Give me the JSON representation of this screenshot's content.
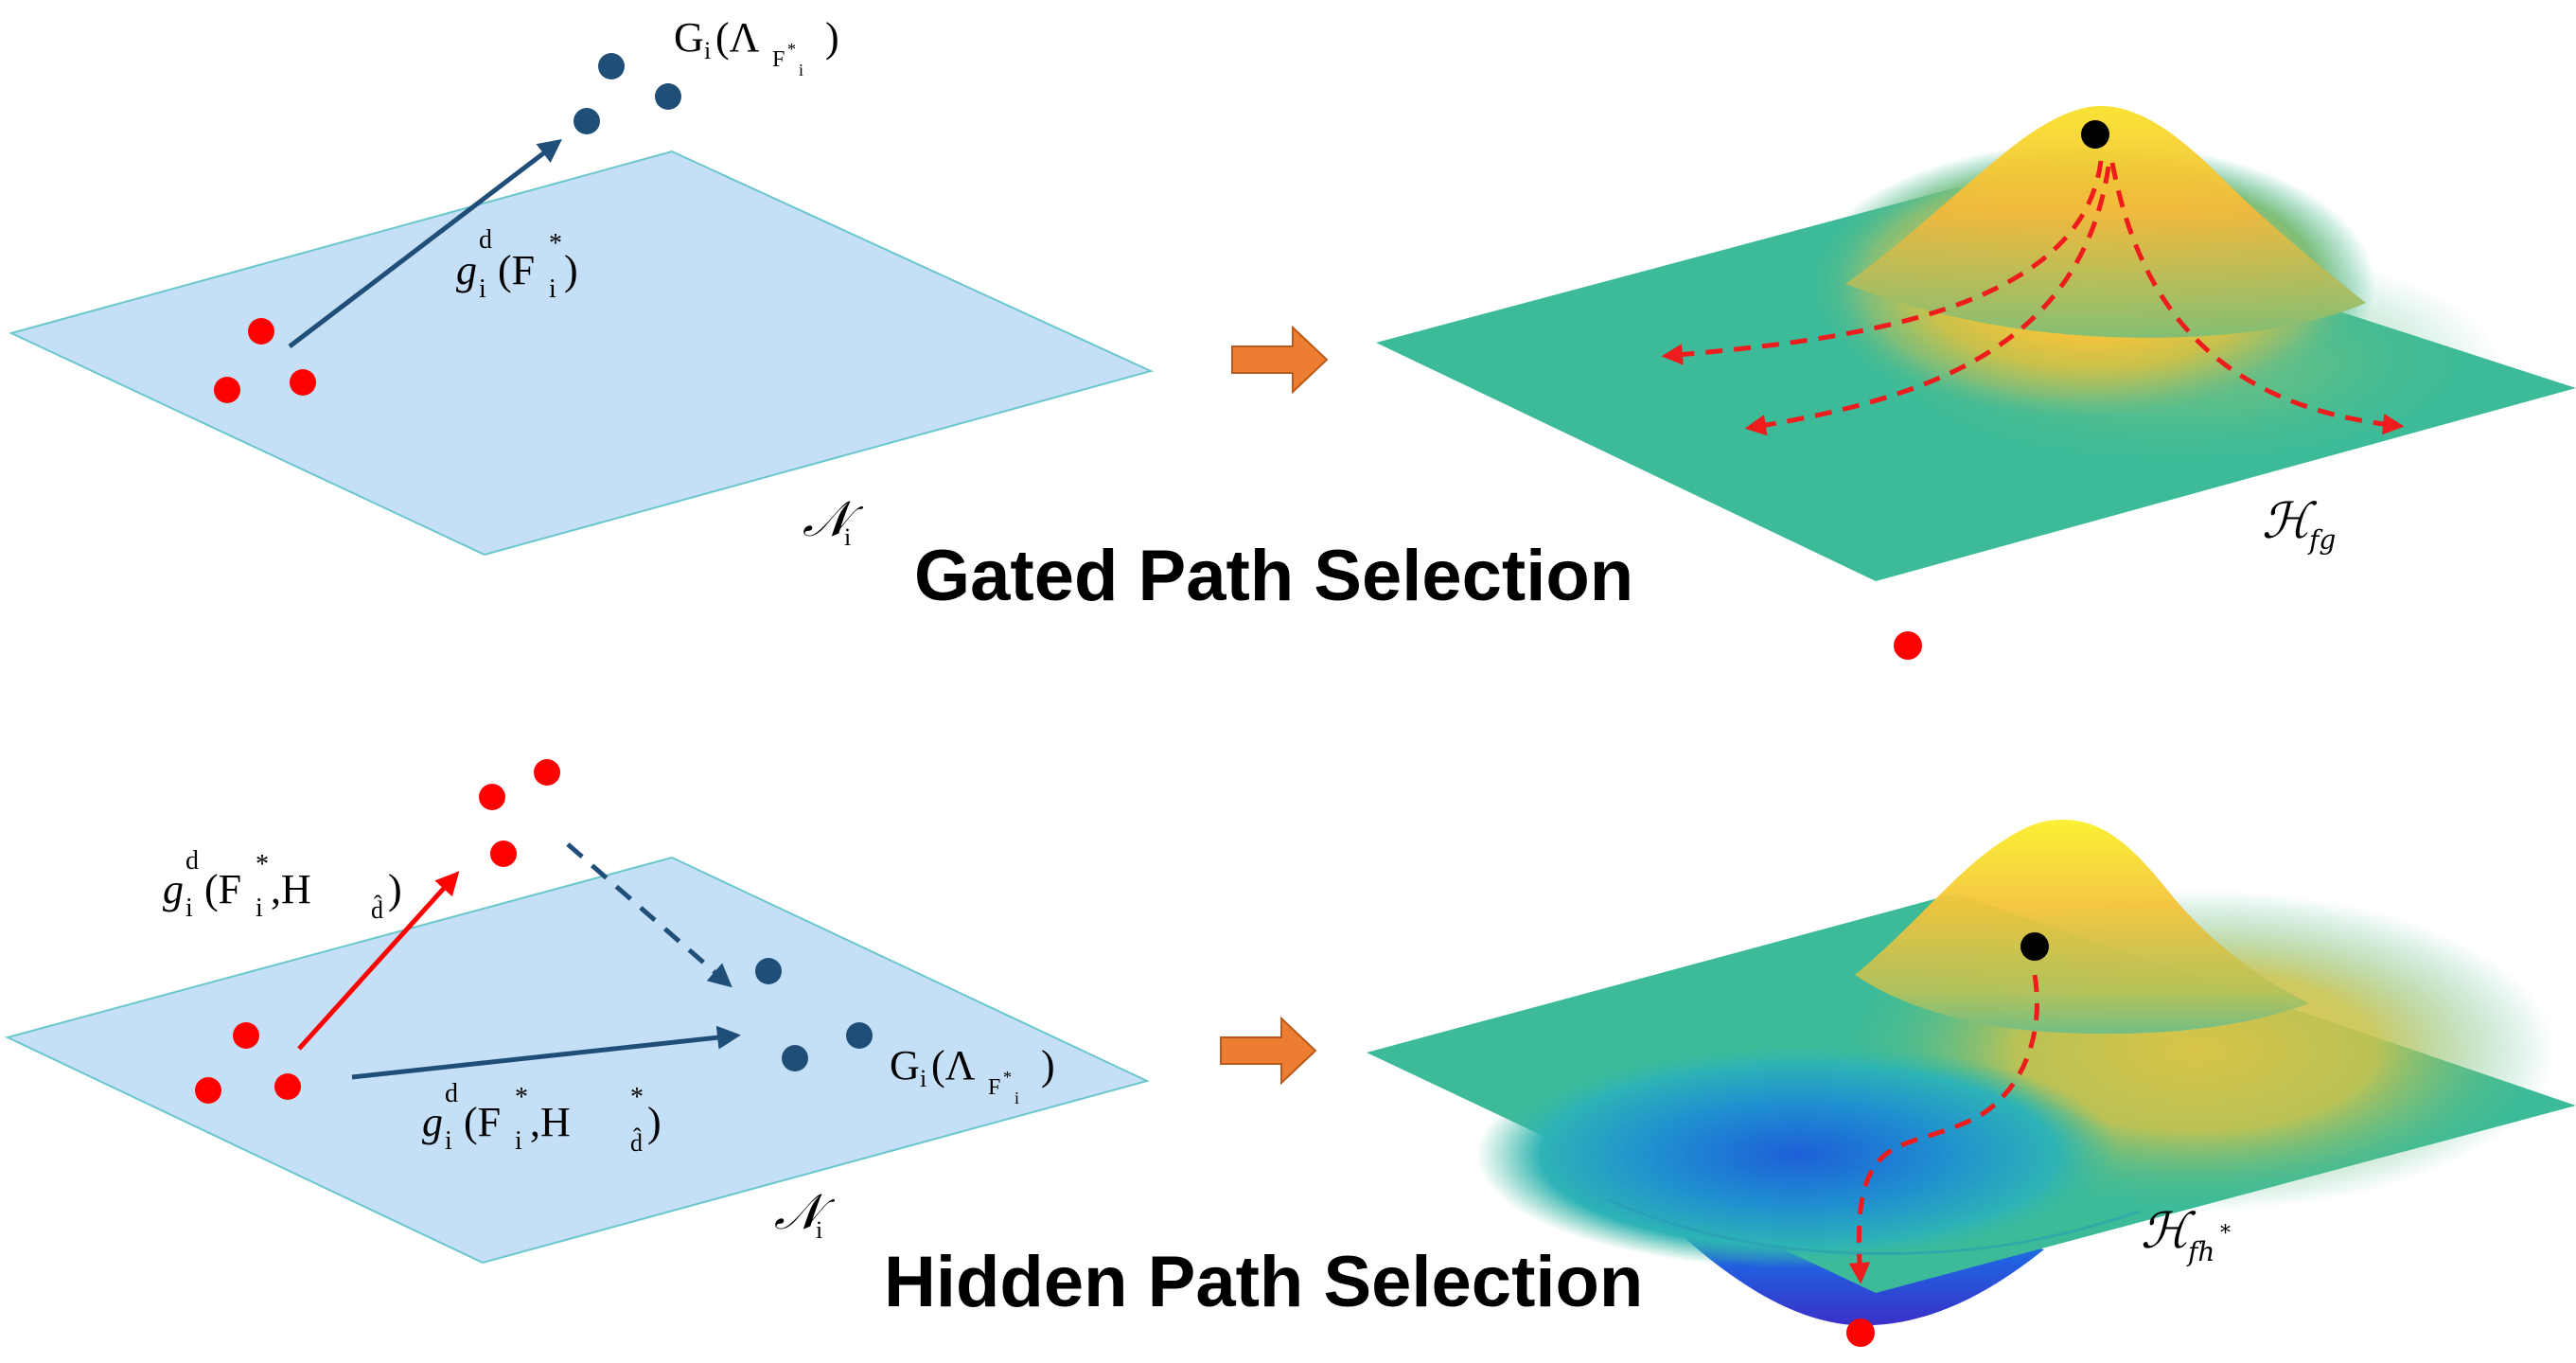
{
  "colors": {
    "plane_fill": "#c5dff7",
    "plane_stroke": "#6ac7cc",
    "arrow_navy": "#1f4e79",
    "point_red": "#ff0000",
    "point_navy": "#1f4e79",
    "transition_arrow": "#ed7d31",
    "surface_teal": "#3dbb98",
    "surface_yellow": "#f7e12a",
    "surface_blue": "#1e63d6",
    "path_red": "#ee1c1c"
  },
  "top": {
    "title": "Gated Path Selection",
    "plane_label": "𝒩",
    "plane_label_sub": "i",
    "arrow_label": {
      "fn": "g",
      "sub": "i",
      "sup": "d",
      "arg_open": "(F",
      "arg_sub": "i",
      "arg_sup": "*",
      "arg_close": ")"
    },
    "cluster_label": {
      "fn": "G",
      "sub": "i",
      "open": "(Λ",
      "lambda_sub": "F",
      "lambda_sub_sup": "*",
      "lambda_sub_sub": "i",
      "close": ")"
    },
    "surface_label": "ℋ",
    "surface_label_sub": "fg"
  },
  "bottom": {
    "title": "Hidden Path Selection",
    "plane_label": "𝒩",
    "plane_label_sub": "i",
    "arrow_label_red": {
      "fn": "g",
      "sub": "i",
      "sup": "d",
      "arg_open": "(F",
      "arg_sub": "i",
      "arg_sup": "*",
      "arg_mid": ",H",
      "arg_h_sub": "d̂",
      "arg_close": ")"
    },
    "arrow_label_navy": {
      "fn": "g",
      "sub": "i",
      "sup": "d",
      "arg_open": "(F",
      "arg_sub": "i",
      "arg_sup": "*",
      "arg_mid": ",H",
      "arg_h_sup": "*",
      "arg_h_sub": "d̂",
      "arg_close": ")"
    },
    "cluster_label": {
      "fn": "G",
      "sub": "i",
      "open": "(Λ",
      "lambda_sub": "F",
      "lambda_sub_sup": "*",
      "lambda_sub_sub": "i",
      "close": ")"
    },
    "surface_label": "ℋ",
    "surface_label_sub": "fh",
    "surface_label_sup": "*"
  }
}
